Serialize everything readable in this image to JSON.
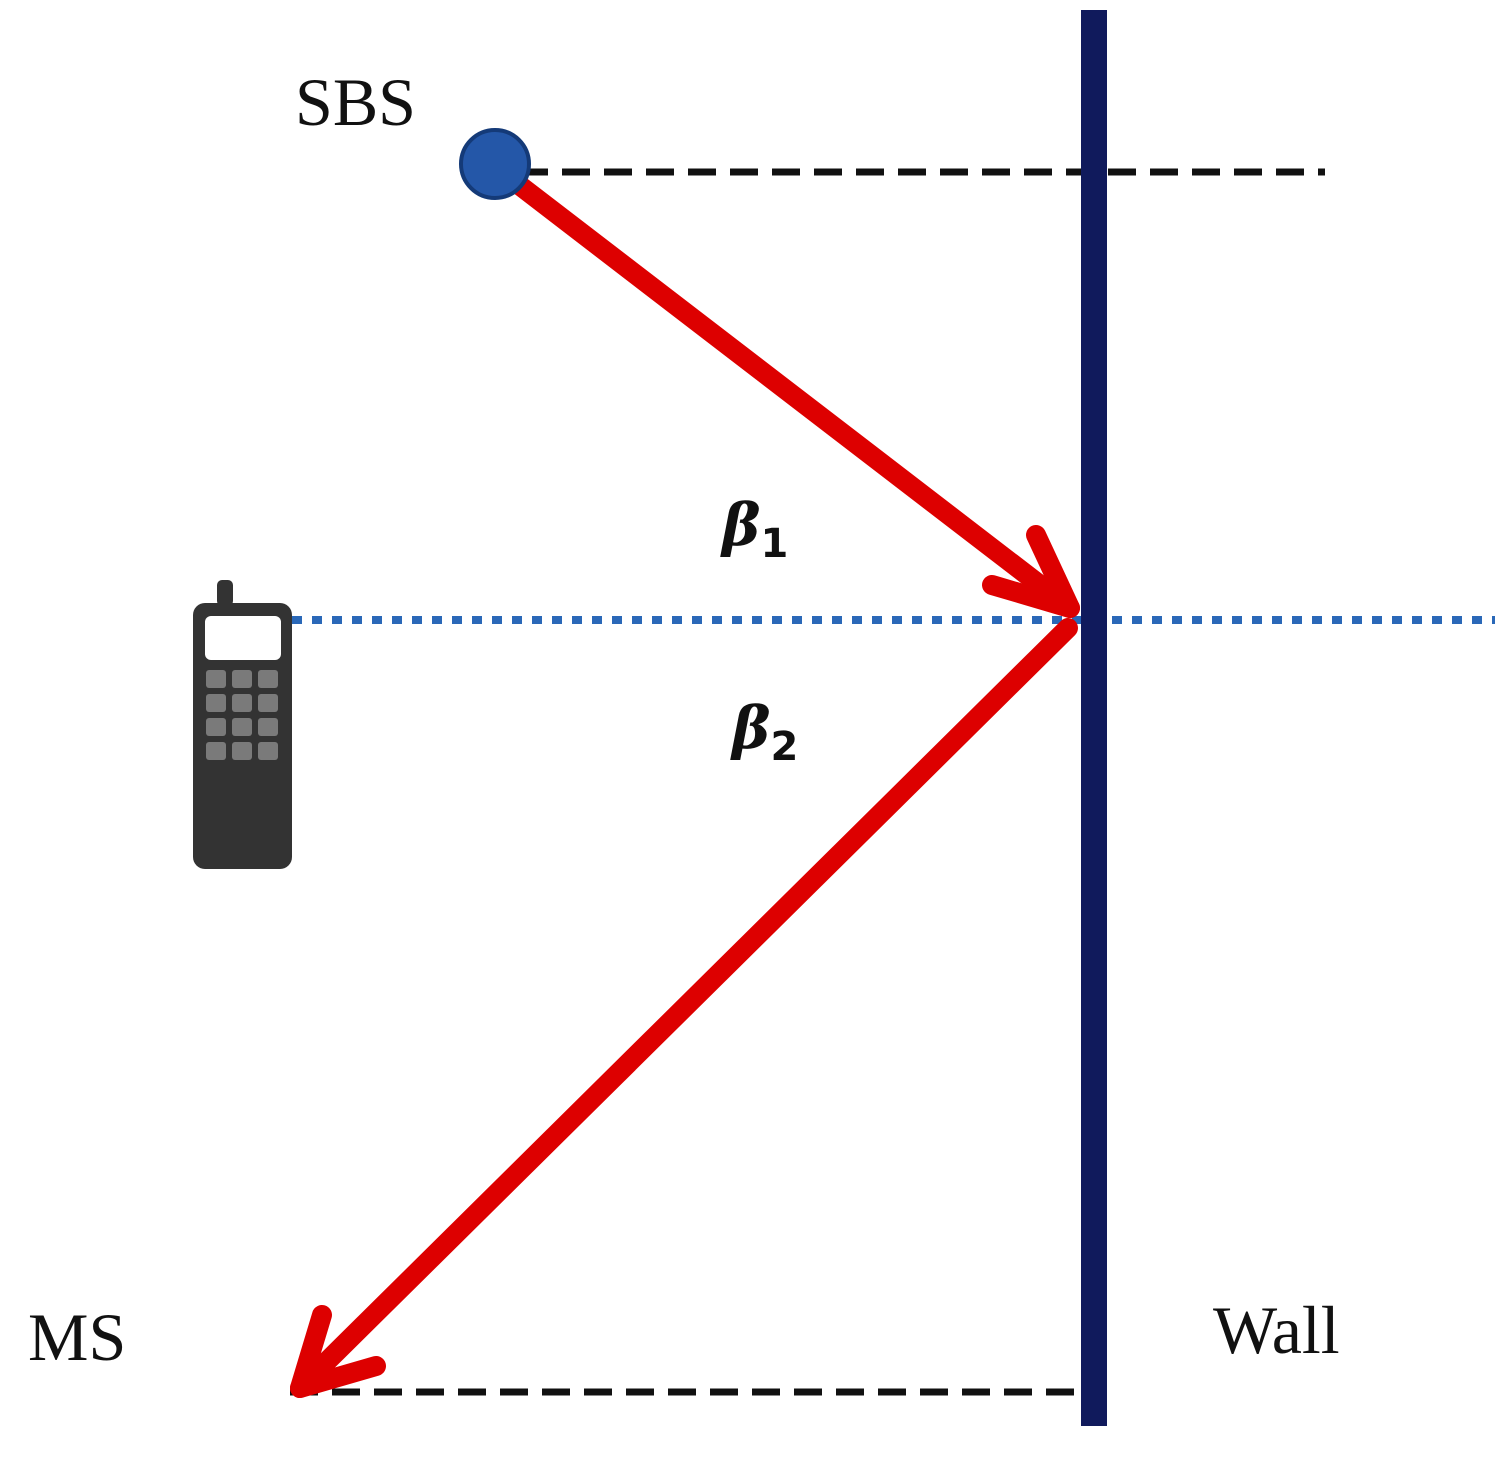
{
  "labels": {
    "sbs": "SBS",
    "ms": "MS",
    "wall": "Wall",
    "beta1": {
      "symbol": "β",
      "subscript": "1"
    },
    "beta2": {
      "symbol": "β",
      "subscript": "2"
    }
  },
  "colors": {
    "wall": "#101a5c",
    "ray": "#dd0000",
    "sbs_fill": "#2457a8",
    "sbs_stroke": "#143a78",
    "reference_dashed": "#111111",
    "normal_dotted": "#2a68b8",
    "phone_body": "#333333",
    "phone_screen": "#ffffff",
    "phone_keys": "#7a7a7a"
  },
  "icons": {
    "base_station": "circle-node",
    "mobile_station": "mobile-phone-icon"
  }
}
